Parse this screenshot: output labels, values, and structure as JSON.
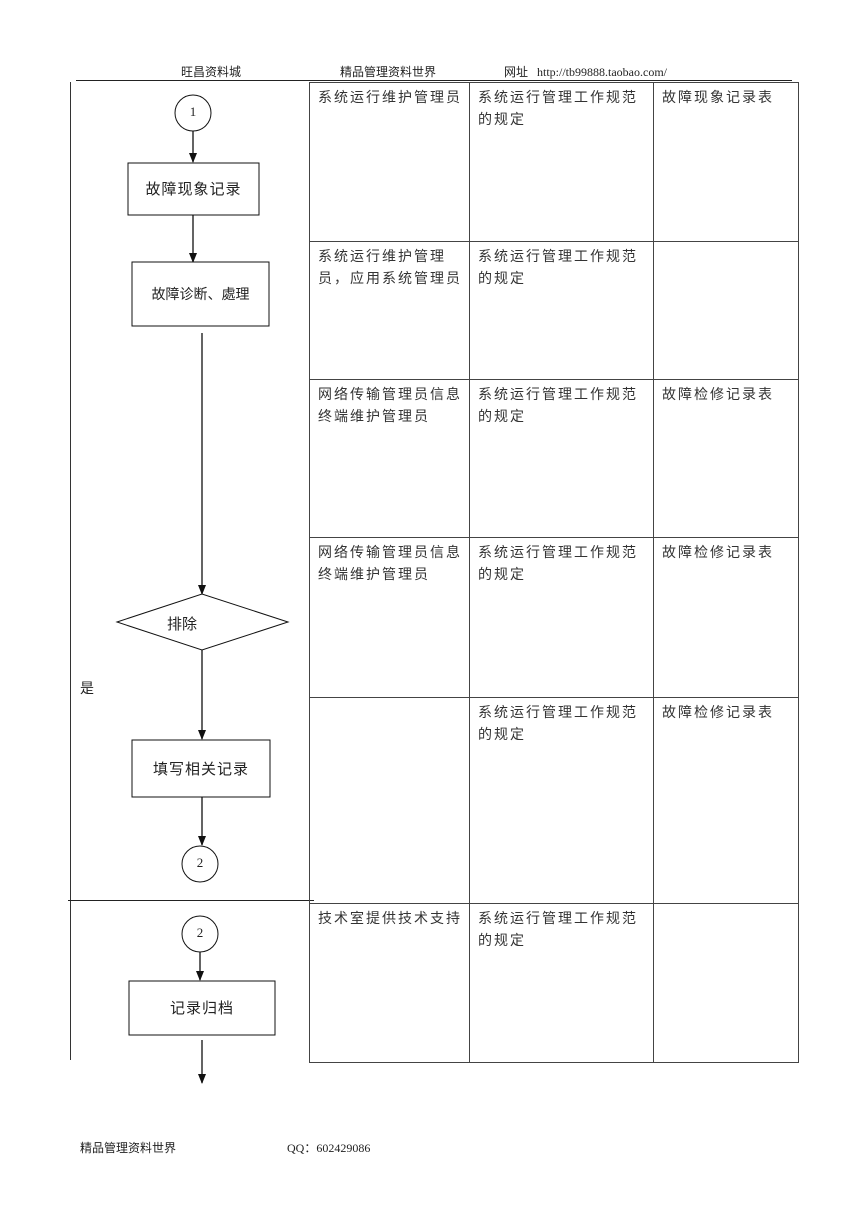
{
  "header": {
    "left": "旺昌资料城",
    "center": "精品管理资料世界",
    "url_label": "网址",
    "url": "http://tb99888.taobao.com/"
  },
  "flow": {
    "connector_1": "1",
    "step_record_fault": "故障现象记录",
    "step_diagnose": "故障诊断、處理",
    "decision": "排除",
    "yes_label": "是",
    "step_fill_records": "填写相关记录",
    "connector_2_out": "2",
    "connector_2_in": "2",
    "step_archive": "记录归档"
  },
  "table": {
    "rows": [
      {
        "role": "系统运行维护管理员",
        "basis": "系统运行管理工作规范的规定",
        "record": "故障现象记录表"
      },
      {
        "role": "系统运行维护管理员，应用系统管理员",
        "basis": "系统运行管理工作规范的规定",
        "record": ""
      },
      {
        "role": "网络传输管理员信息终端维护管理员",
        "basis": "系统运行管理工作规范的规定",
        "record": "故障检修记录表"
      },
      {
        "role": "网络传输管理员信息终端维护管理员",
        "basis": "系统运行管理工作规范的规定",
        "record": "故障检修记录表"
      },
      {
        "role": "",
        "basis": "系统运行管理工作规范的规定",
        "record": "故障检修记录表"
      },
      {
        "role": "技术室提供技术支持",
        "basis": "系统运行管理工作规范的规定",
        "record": ""
      }
    ]
  },
  "footer": {
    "left": "精品管理资料世界",
    "qq_label": "QQ：",
    "qq": "602429086"
  }
}
